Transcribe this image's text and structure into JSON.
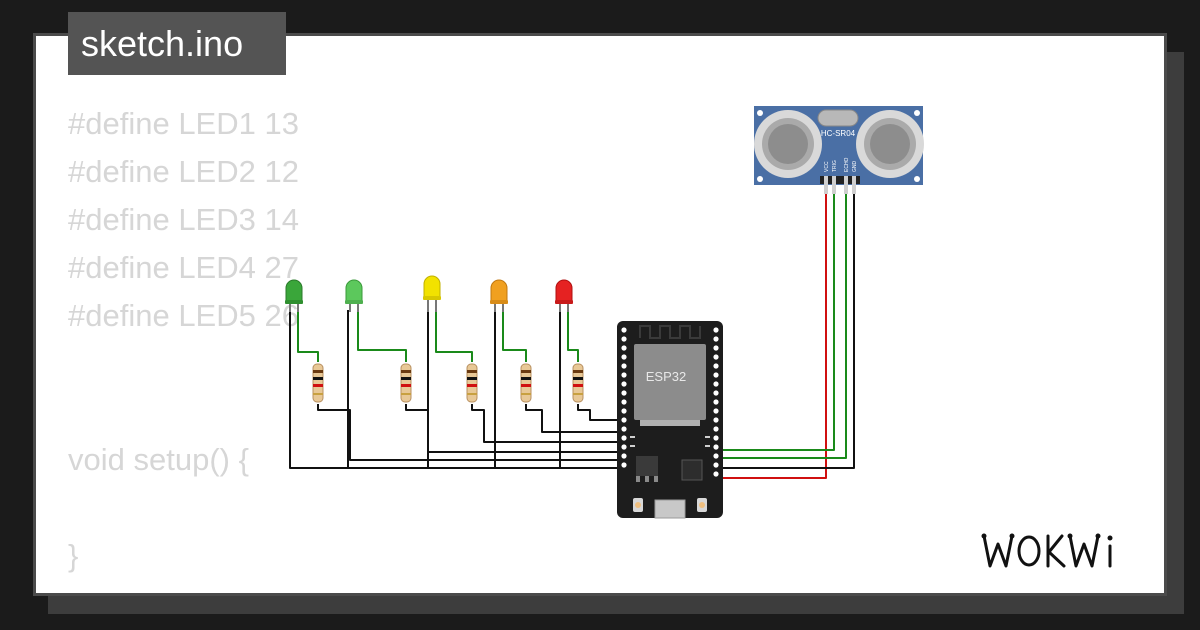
{
  "file": {
    "name": "sketch.ino"
  },
  "code": {
    "lines": [
      "#define LED1 13",
      "#define LED2 12",
      "#define LED3 14",
      "#define LED4 27",
      "#define LED5 26",
      "",
      "",
      "void setup() {",
      "",
      "}"
    ]
  },
  "components": {
    "mcu_label": "ESP32",
    "sensor_label": "HC-SR04",
    "sensor_pins": [
      "VCC",
      "TRIG",
      "ECHO",
      "GND"
    ],
    "leds": [
      {
        "color": "green",
        "fill": "#3aa63a"
      },
      {
        "color": "green",
        "fill": "#5cc85c"
      },
      {
        "color": "yellow",
        "fill": "#f2e200"
      },
      {
        "color": "orange",
        "fill": "#f0a020"
      },
      {
        "color": "red",
        "fill": "#e52222"
      }
    ]
  },
  "brand": {
    "logo_text": "WOKWi"
  },
  "colors": {
    "wire_green": "#1a8a1a",
    "wire_red": "#d01010",
    "wire_black": "#111111",
    "code_text": "#d6d6d6",
    "title_bg": "#545454",
    "board": "#1d1d1d",
    "sensor": "#4a6fa5"
  }
}
